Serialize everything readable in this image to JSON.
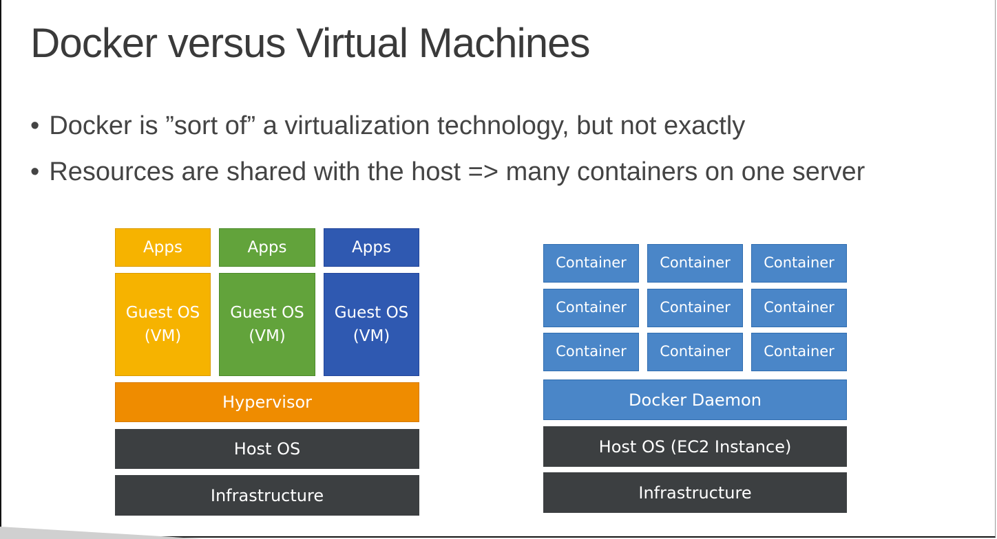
{
  "title": "Docker versus Virtual Machines",
  "bullets": [
    "Docker is ”sort of” a virtualization technology, but not exactly",
    "Resources are shared with the host => many containers on one server"
  ],
  "vm": {
    "apps": "Apps",
    "guest_os": "Guest OS",
    "vm": "(VM)",
    "hypervisor": "Hypervisor",
    "host_os": "Host OS",
    "infrastructure": "Infrastructure"
  },
  "docker": {
    "container": "Container",
    "daemon": "Docker Daemon",
    "host_os": "Host OS (EC2 Instance)",
    "infrastructure": "Infrastructure"
  }
}
